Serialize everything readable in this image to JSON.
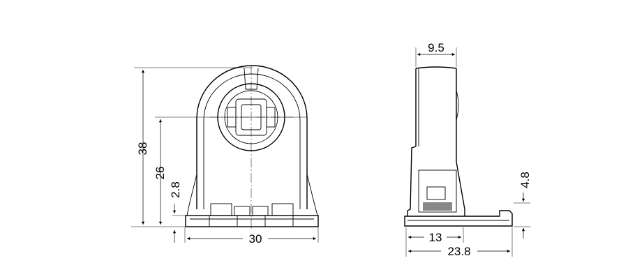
{
  "front_view": {
    "dim_height_overall": "38",
    "dim_height_center": "26",
    "dim_base_thickness": "2.8",
    "dim_width": "30"
  },
  "side_view": {
    "dim_top_depth": "9.5",
    "dim_tab_height": "4.8",
    "dim_body_depth": "13",
    "dim_overall_depth": "23.8"
  }
}
